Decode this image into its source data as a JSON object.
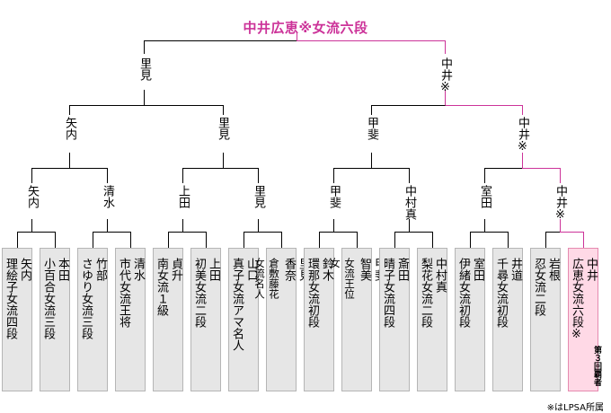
{
  "title": "中井広恵※女流六段",
  "colors": {
    "champion_path": "#cc3399",
    "line": "#000000",
    "box": "#e6e6e6",
    "champion_box": "#ffd9e6"
  },
  "rounds": {
    "final": [
      "里見",
      "中井※"
    ],
    "semifinal": [
      "矢内",
      "里見",
      "甲斐",
      "中井※"
    ],
    "quarterfinal": [
      "矢内",
      "清水",
      "上田",
      "里見",
      "甲斐",
      "中村真",
      "室田",
      "中井※"
    ]
  },
  "players": [
    {
      "name": "矢内",
      "rank": "理絵子女流四段"
    },
    {
      "name": "本田",
      "rank": "小百合女流三段"
    },
    {
      "name": "竹部",
      "rank": "さゆり女流三段"
    },
    {
      "name": "清水",
      "rank": "市代女流王将"
    },
    {
      "name": "貞升",
      "rank": "南女流１級"
    },
    {
      "name": "上田",
      "rank": "初美女流二段"
    },
    {
      "name": "山口",
      "rank": "真子女流アマ名人"
    },
    {
      "name": "里見",
      "rank": "香奈",
      "rank2": "倉敷藤花",
      "rank3": "女流名人"
    },
    {
      "name": "鈴木",
      "rank": "環那女流初段"
    },
    {
      "name": "甲斐",
      "rank": "智美",
      "rank2": "女流王位",
      "rank3": "女"
    },
    {
      "name": "斎田",
      "rank": "晴子女流四段"
    },
    {
      "name": "中村真",
      "rank": "梨花女流二段"
    },
    {
      "name": "室田",
      "rank": "伊緒女流初段"
    },
    {
      "name": "井道",
      "rank": "千尋女流初段"
    },
    {
      "name": "岩根",
      "rank": "忍女流二段"
    },
    {
      "name": "中井",
      "rank": "広恵女流六段※"
    }
  ],
  "side_note": "第３回覇者",
  "footnote": "※はLPSA所属"
}
